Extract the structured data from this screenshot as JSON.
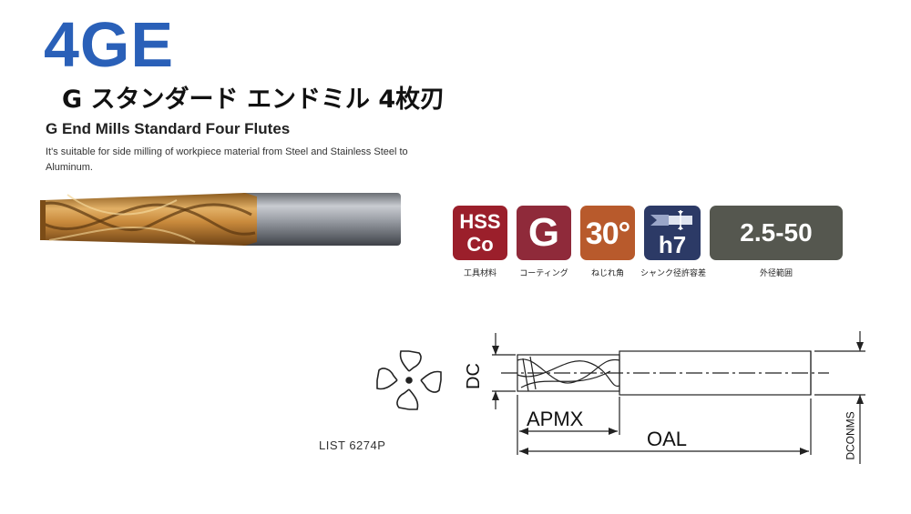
{
  "header": {
    "model": "4GE",
    "title_jp": "G スタンダード エンドミル 4枚刃",
    "title_en": "G End Mills Standard Four Flutes",
    "description": "It's suitable for side milling of workpiece material from Steel and Stainless Steel to Aluminum."
  },
  "badges": [
    {
      "line1": "HSS",
      "line2": "Co",
      "caption": "工具材料",
      "color": "#9b1f2b"
    },
    {
      "value": "G",
      "caption": "コーティング",
      "color": "#8f2a3a"
    },
    {
      "value": "30°",
      "caption": "ねじれ角",
      "color": "#b85a2c"
    },
    {
      "value": "h7",
      "caption": "シャンク径許容差",
      "color": "#2c3a66",
      "icon": "shank-tolerance-icon"
    },
    {
      "value": "2.5-50",
      "caption": "外径範囲",
      "color": "#55574f"
    }
  ],
  "drawing": {
    "list_no": "LIST 6274P",
    "dc": "DC",
    "apmx": "APMX",
    "oal": "OAL",
    "dcon": "DCONMS"
  },
  "colors": {
    "accent": "#2a60b8"
  }
}
